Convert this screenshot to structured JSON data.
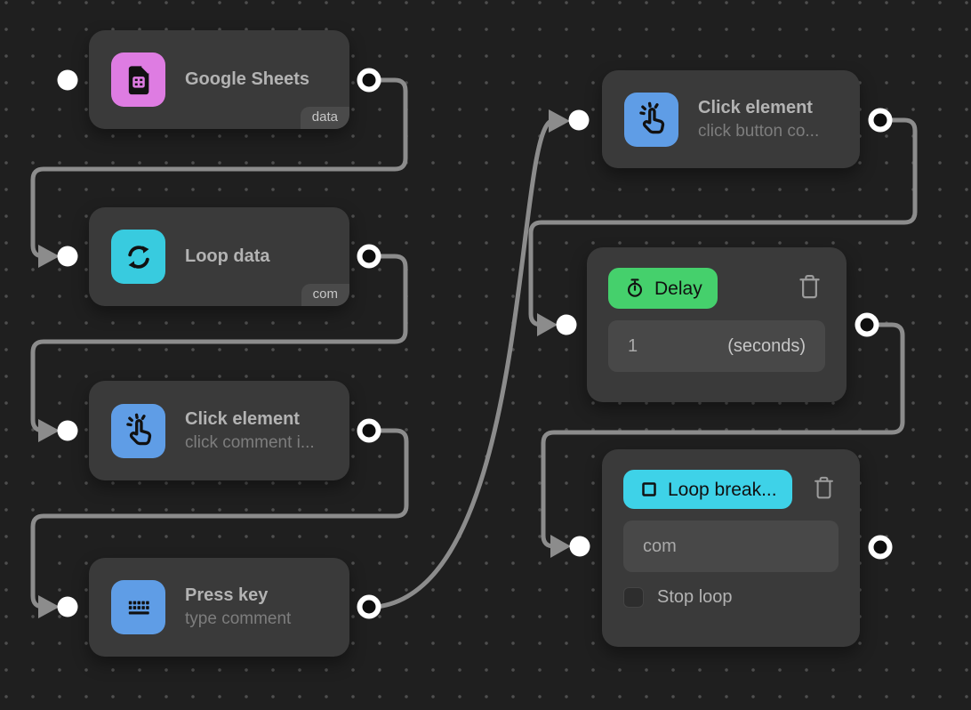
{
  "canvas": {
    "background": "#1f1f1f",
    "dot_color": "#4e4e4e",
    "wire_color": "#8c8c8c",
    "node_color": "#3a3a3a",
    "port_color": "#ffffff"
  },
  "nodes": {
    "google_sheets": {
      "title": "Google Sheets",
      "badge": "data",
      "icon": "spreadsheet-icon",
      "icon_color": "#de7ce2"
    },
    "loop_data": {
      "title": "Loop data",
      "badge": "com",
      "icon": "loop-icon",
      "icon_color": "#38cbdf"
    },
    "click_element_1": {
      "title": "Click element",
      "subtitle": "click comment i...",
      "icon": "tap-icon",
      "icon_color": "#5f9de6"
    },
    "press_key": {
      "title": "Press key",
      "subtitle": "type comment",
      "icon": "keyboard-icon",
      "icon_color": "#5f9de6"
    },
    "click_element_2": {
      "title": "Click element",
      "subtitle": "click button co...",
      "icon": "tap-icon",
      "icon_color": "#5f9de6"
    },
    "delay": {
      "label": "Delay",
      "value": "1",
      "unit": "(seconds)",
      "accent": "#45d06c",
      "icon": "stopwatch-icon"
    },
    "loop_break": {
      "label": "Loop break...",
      "value": "com",
      "checkbox_label": "Stop loop",
      "checkbox_checked": false,
      "accent": "#3ed2e8",
      "icon": "stop-square-icon"
    }
  }
}
